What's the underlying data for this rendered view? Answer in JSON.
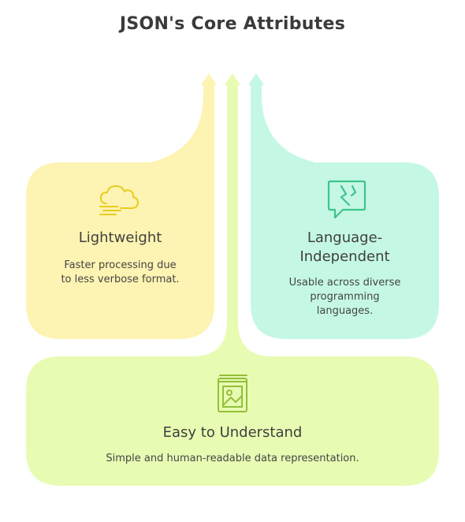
{
  "title": "JSON's Core Attributes",
  "colors": {
    "yellow_fill": "#fdf3b2",
    "yellow_stroke": "#e9cc1f",
    "mint_fill": "#c5f8e4",
    "mint_stroke": "#3ec48c",
    "lime_fill": "#e8fbb3",
    "lime_stroke": "#93bf37",
    "text": "#3d3d3d"
  },
  "cards": {
    "lightweight": {
      "title": "Lightweight",
      "desc_line1": "Faster processing due",
      "desc_line2": "to less verbose format.",
      "icon": "cloud-wind-icon"
    },
    "language": {
      "title_line1": "Language-",
      "title_line2": "Independent",
      "desc_line1": "Usable across diverse",
      "desc_line2": "programming",
      "desc_line3": "languages.",
      "icon": "broken-chat-icon"
    },
    "easy": {
      "title": "Easy to Understand",
      "desc": "Simple and human-readable data representation.",
      "icon": "picture-book-icon"
    }
  }
}
